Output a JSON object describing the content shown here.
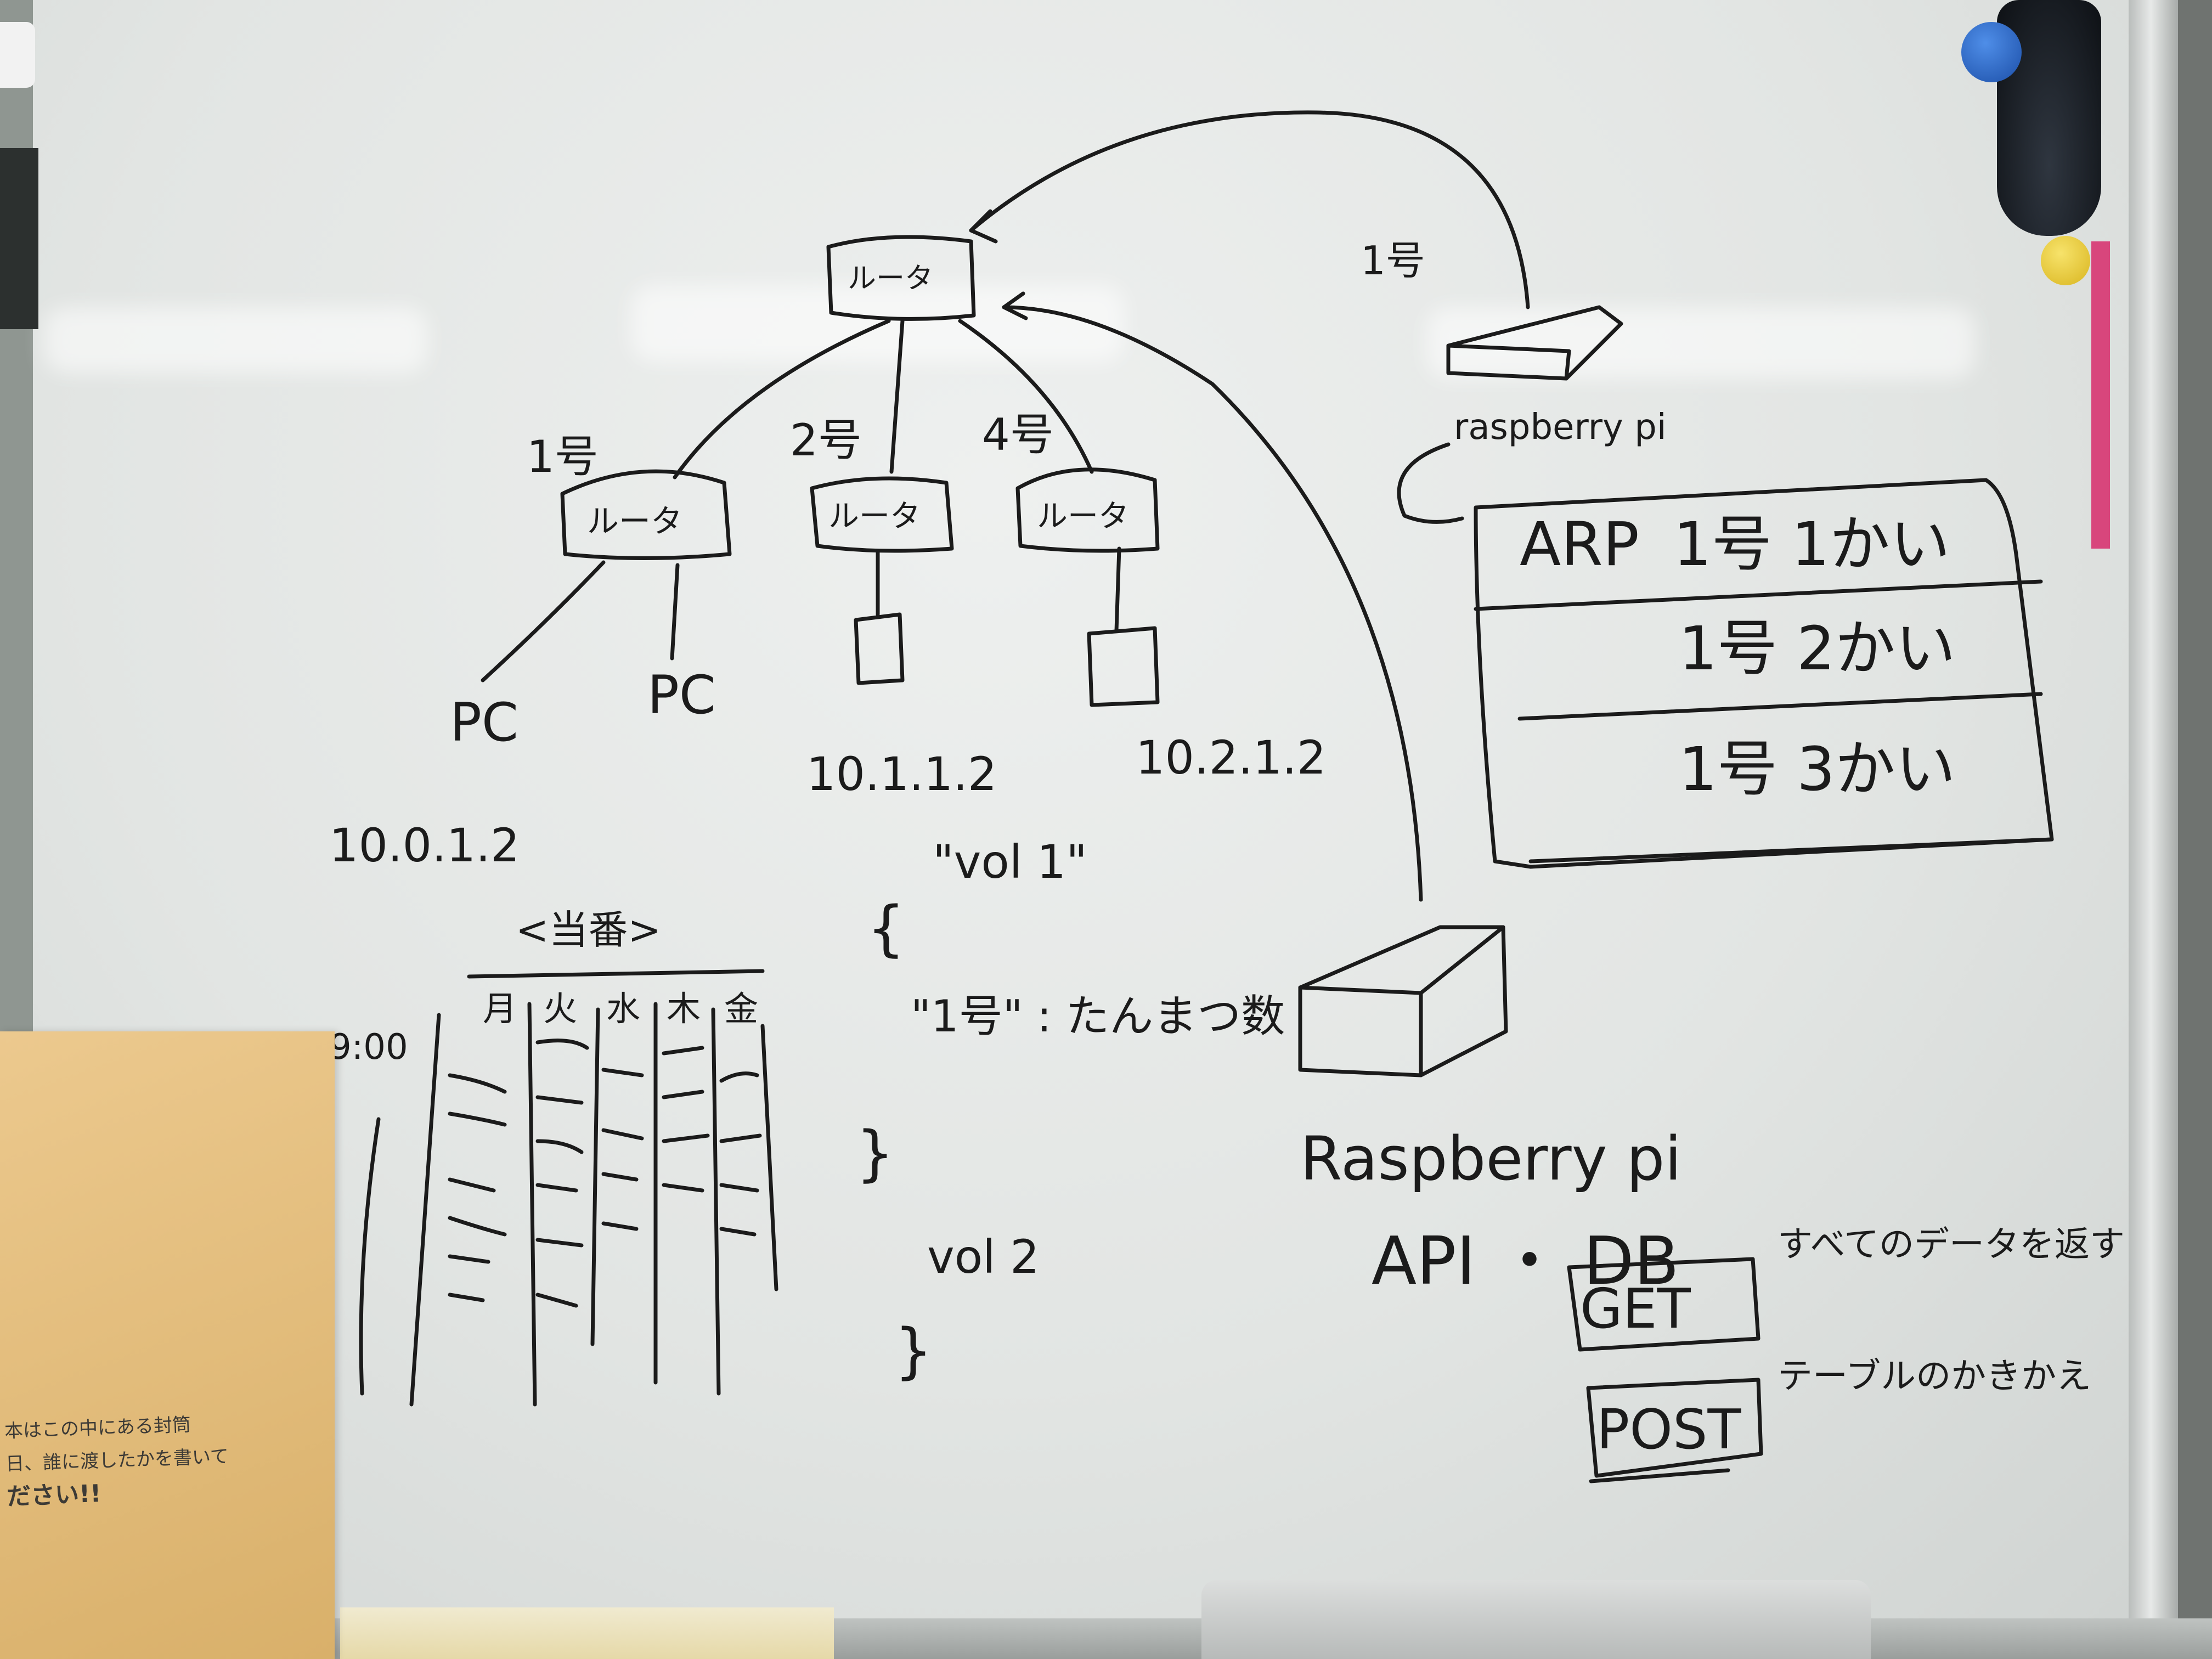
{
  "board": {
    "top_router": "ルータ",
    "top_to_pi_label": "1号",
    "pi_top": "raspberry pi",
    "sub_routers": [
      {
        "number": "1号",
        "label": "ルータ"
      },
      {
        "number": "2号",
        "label": "ルータ"
      },
      {
        "number": "4号",
        "label": "ルータ"
      }
    ],
    "pcs": [
      "PC",
      "PC"
    ],
    "ip_left": "10.0.1.2",
    "ip_mid": "10.1.1.2",
    "ip_right": "10.2.1.2",
    "table": {
      "header": "ARP",
      "rows": [
        "1号 1かい",
        "1号 2かい",
        "1号 3かい"
      ]
    },
    "schedule_title": "<当番>",
    "schedule_days": [
      "月",
      "火",
      "水",
      "木",
      "金"
    ],
    "schedule_time": "9:00",
    "json_open": "{",
    "json_line1": "\"vol 1\"",
    "json_key": "\"1号\" : たんまつ数",
    "json_close": "}",
    "json_line2": "vol 2",
    "json_close2": "}",
    "pi_bottom": "Raspberry pi",
    "api_db": "API ・ DB",
    "get_label": "GET",
    "get_note": "すべてのデータを返す",
    "post_label": "POST",
    "post_note": "テーブルのかきかえ"
  },
  "envelope": {
    "lines": [
      "本はこの中にある封筒",
      "日、誰に渡したかを書いて",
      "ださい!!"
    ]
  }
}
